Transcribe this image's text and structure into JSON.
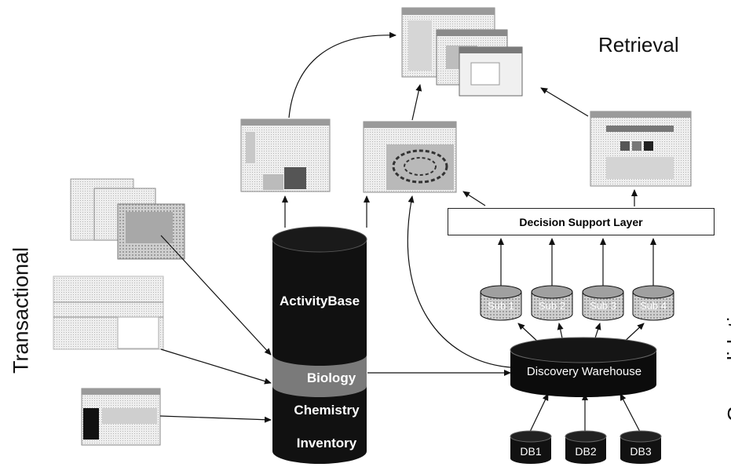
{
  "labels": {
    "retrieval": "Retrieval",
    "transactional": "Transactional",
    "consolidation": "Consolidation"
  },
  "decision_support": {
    "label": "Decision Support Layer"
  },
  "main_db": {
    "segments": [
      "ActivityBase",
      "Biology",
      "Chemistry",
      "Inventory"
    ]
  },
  "warehouse": {
    "label": "Discovery Warehouse"
  },
  "subs": [
    "Sub 1",
    "Sub 2",
    "Sub 3",
    "Sub 4"
  ],
  "source_dbs": [
    "DB1",
    "DB2",
    "DB3"
  ],
  "colors": {
    "db_dark": "#111111",
    "db_biology": "#7a7a7a",
    "sub_fill": "#8c8c8c",
    "screenshot_border": "#888888"
  }
}
